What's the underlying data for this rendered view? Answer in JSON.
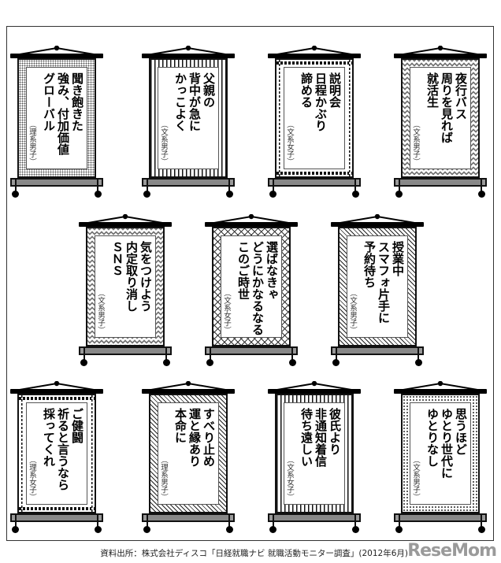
{
  "scrolls": [
    {
      "lines": [
        "聞き飽きた",
        "強み、付加価値",
        "グローバル"
      ],
      "author": "（理系男子）",
      "pattern": "dots"
    },
    {
      "lines": [
        "父親の",
        "背中が急に",
        "かっこよく"
      ],
      "author": "（文系男子）",
      "pattern": "vstripe"
    },
    {
      "lines": [
        "説明会",
        "日程かぶり",
        "諦める"
      ],
      "author": "（文系女子）",
      "pattern": "dash"
    },
    {
      "lines": [
        "夜行バス",
        "周りを見れば",
        "就活生"
      ],
      "author": "（文系男子）",
      "pattern": "zigzag"
    },
    {
      "lines": [
        "気をつけよう",
        "内定取り消し",
        "ＳＮＳ"
      ],
      "author": "（文系男子）",
      "pattern": "zigzag"
    },
    {
      "lines": [
        "選ばなきゃ",
        "どうにかなるなる",
        "このご時世"
      ],
      "author": "（文系女子）",
      "pattern": "cross"
    },
    {
      "lines": [
        "授業中",
        "スマフォ片手に",
        "予約待ち"
      ],
      "author": "（文系男子）",
      "pattern": "diag"
    },
    {
      "lines": [
        "ご健闘",
        "祈ると言うなら",
        "採ってくれ"
      ],
      "author": "（理系女子）",
      "pattern": "dash"
    },
    {
      "lines": [
        "すべり止め",
        "運と縁あり",
        "本命に"
      ],
      "author": "（理系男子）",
      "pattern": "diag"
    },
    {
      "lines": [
        "彼氏より",
        "非通知着信",
        "待ち遠しい"
      ],
      "author": "（文系女子）",
      "pattern": "vstripe"
    },
    {
      "lines": [
        "思うほど",
        "ゆとり世代に",
        "ゆとりなし"
      ],
      "author": "（文系男子）",
      "pattern": "dots-sparse"
    }
  ],
  "source": "資料出所：株式会社ディスコ「日経就職ナビ 就職活動モニター調査」(2012年6月)",
  "watermark": "ResеMom"
}
